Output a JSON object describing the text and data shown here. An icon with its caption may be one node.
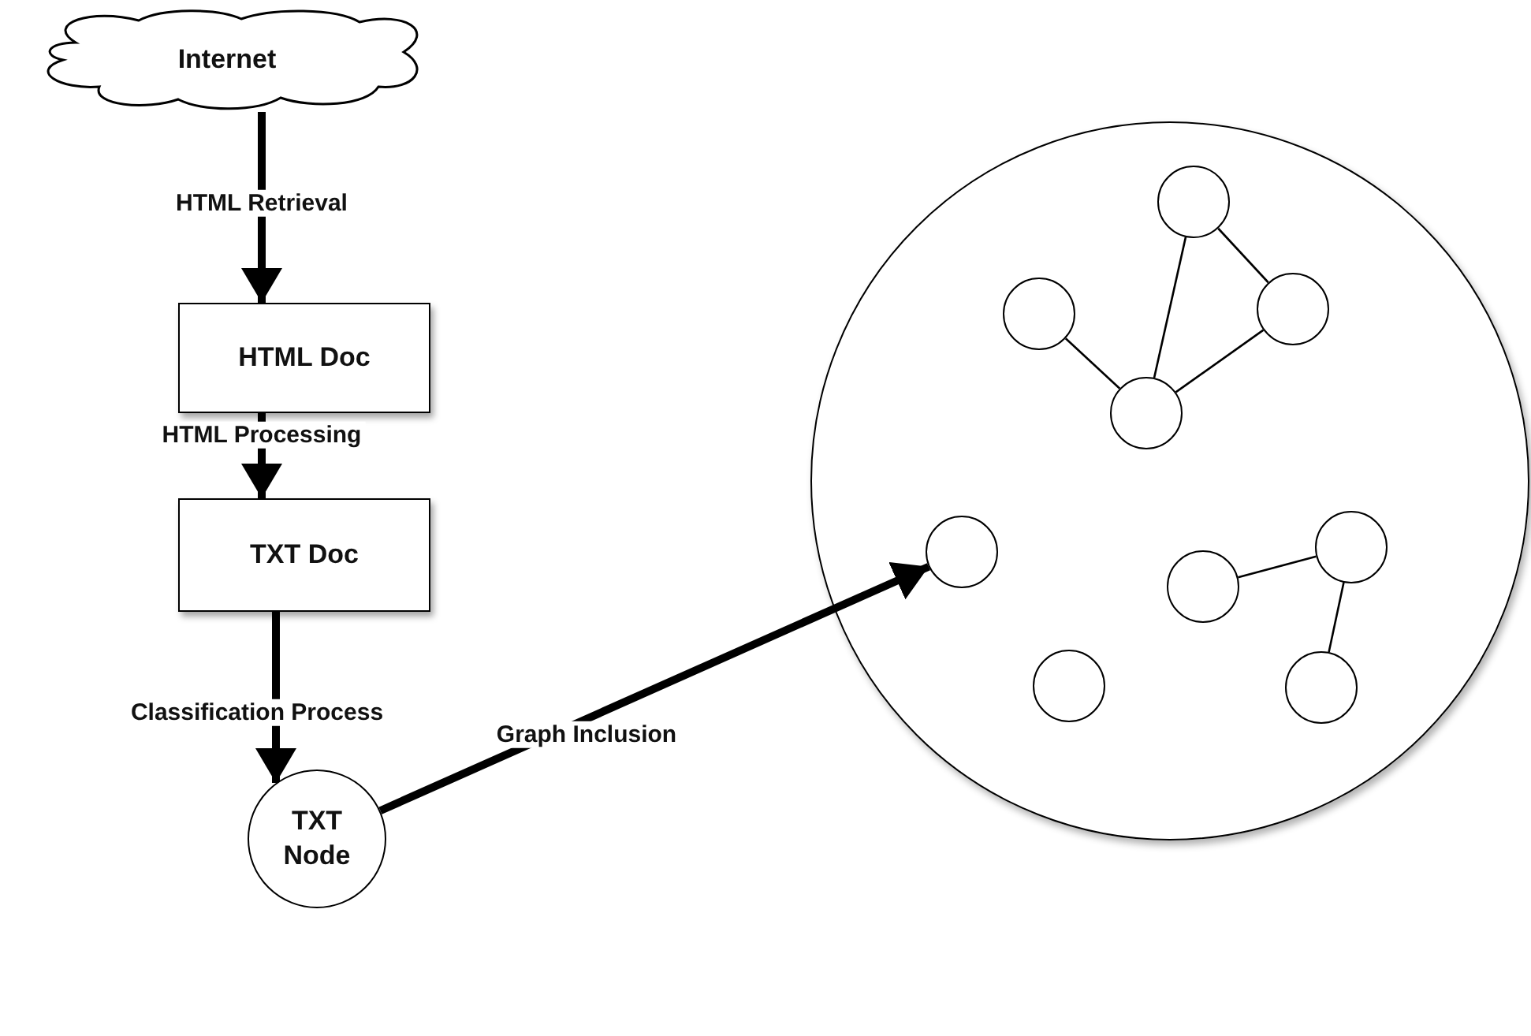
{
  "diagram": {
    "nodes": [
      {
        "text": [
          "Internet"
        ]
      },
      {
        "text": [
          "HTML Doc"
        ]
      },
      {
        "text": [
          "TXT Doc"
        ]
      },
      {
        "text": [
          "TXT Node"
        ]
      },
      {
        "text": [],
        "shape": "circle"
      },
      {
        "text": [],
        "shape": "circle",
        "in": 4
      },
      {
        "text": [],
        "shape": "circle",
        "in": 4
      },
      {
        "text": [],
        "shape": "circle",
        "in": 4
      },
      {
        "text": [],
        "shape": "circle",
        "in": 4
      },
      {
        "text": [],
        "shape": "circle",
        "in": 4
      },
      {
        "text": [],
        "shape": "circle",
        "in": 4
      },
      {
        "text": [],
        "shape": "circle",
        "in": 4
      },
      {
        "text": [],
        "shape": "circle",
        "in": 4
      },
      {
        "text": [],
        "shape": "circle",
        "in": 4
      }
    ],
    "edges": [
      {
        "from": 0,
        "to": 1,
        "arrow": "to",
        "label": "HTML Retrieval",
        "style": "thick"
      },
      {
        "from": 1,
        "to": 2,
        "arrow": "to",
        "label": "HTML Processing",
        "style": "thick"
      },
      {
        "from": 2,
        "to": 3,
        "arrow": "to",
        "label": "Classification Process",
        "style": "thick"
      },
      {
        "from": 3,
        "to": 9,
        "arrow": "to",
        "label": "Graph Inclusion",
        "style": "thick"
      },
      {
        "from": 5,
        "to": 7,
        "arrow": "none"
      },
      {
        "from": 5,
        "to": 8,
        "arrow": "none"
      },
      {
        "from": 6,
        "to": 8,
        "arrow": "none"
      },
      {
        "from": 7,
        "to": 8,
        "arrow": "none"
      },
      {
        "from": 10,
        "to": 11,
        "arrow": "none"
      },
      {
        "from": 11,
        "to": 13,
        "arrow": "none"
      }
    ]
  }
}
